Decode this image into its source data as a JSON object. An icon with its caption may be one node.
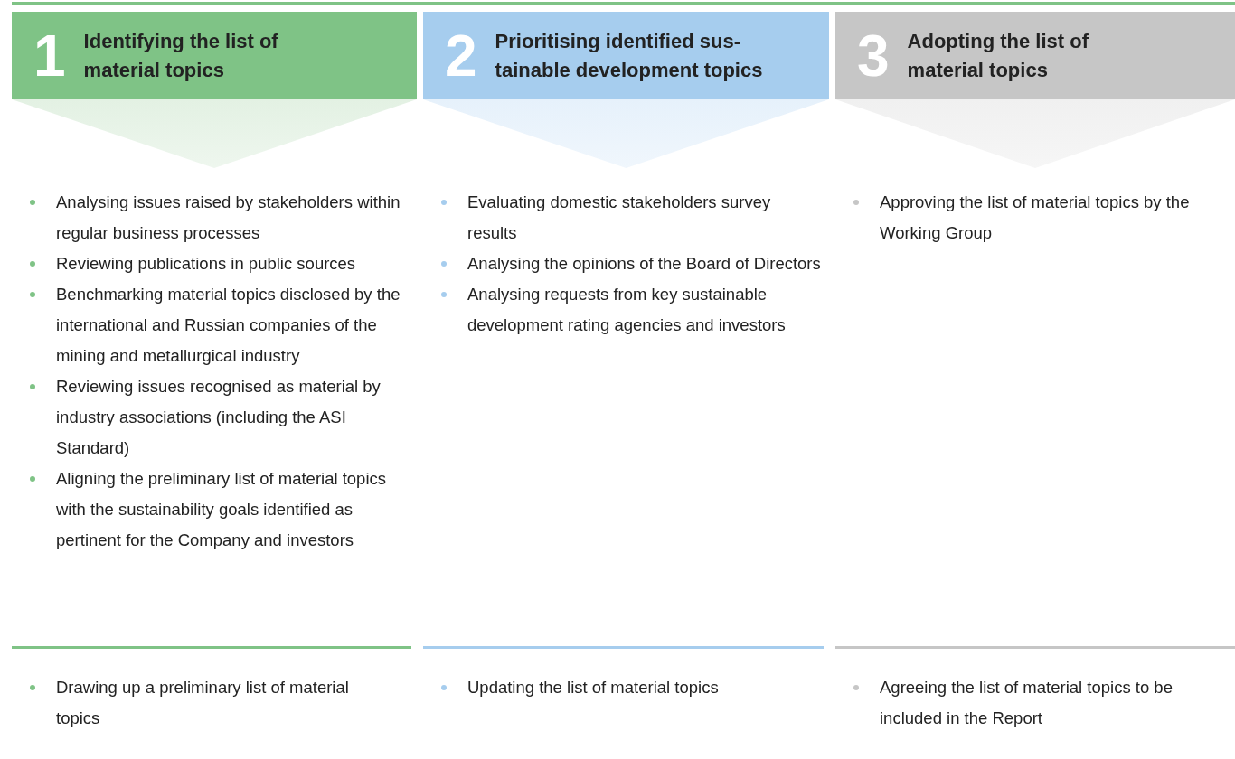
{
  "diagram": {
    "nodes": [
      {
        "text": [
          "1",
          "Identifying the list of material topics"
        ]
      },
      {
        "text": [
          "2",
          "Prioritising identified sus- tainable development topics"
        ]
      },
      {
        "text": [
          "3",
          "Adopting the list of material topics"
        ]
      },
      {
        "text": [],
        "shape": "triangle"
      },
      {
        "text": [],
        "shape": "triangle"
      },
      {
        "text": [],
        "shape": "triangle"
      }
    ],
    "labels": [
      "Analysing issues raised by stakeholders within regular business processes",
      "Reviewing publications in public sources",
      "Benchmarking material topics disclosed by the international and Russian companies of the mining and metallurgical industry",
      "Reviewing issues recognised as material by industry associations (including the ASI Standard)",
      "Aligning the preliminary list of material topics with the sustainability goals identified as pertinent for the Company and investors",
      "Drawing up a preliminary list of material topics",
      "Evaluating domestic stakeholders survey results",
      "Analysing the opinions of the Board of Directors",
      "Analysing requests from key sustainable development rating agencies and investors",
      "Updating the list of material topics",
      "Approving the list of material topics by the Working Group",
      "Agreeing the list of material topics to be included in the Report"
    ]
  }
}
